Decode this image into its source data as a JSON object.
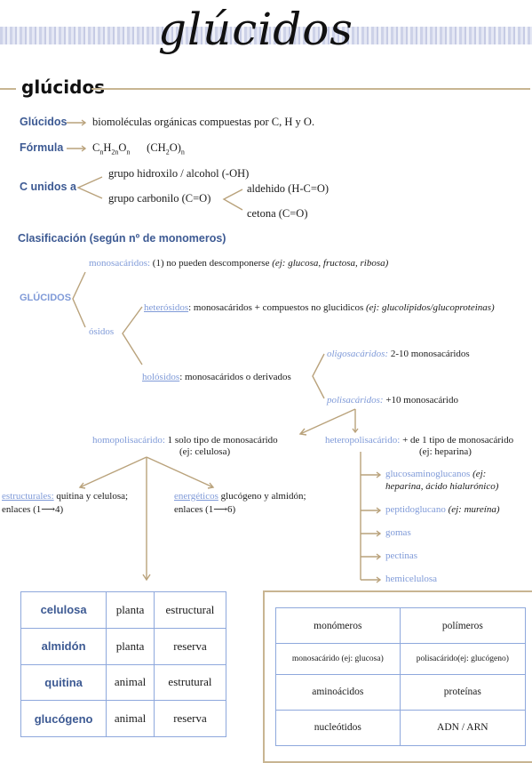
{
  "header": {
    "title": "glúcidos"
  },
  "section": {
    "title": "glúcidos"
  },
  "defs": {
    "glucidos_label": "Glúcidos",
    "glucidos_text": "biomoléculas orgánicas compuestas por C, H y O.",
    "formula_label": "Fórmula",
    "c_unidos_label": "C unidos a",
    "hidroxilo": "grupo hidroxilo / alcohol (-OH)",
    "carbonilo": "grupo carbonilo (C=O)",
    "aldehido": "aldehido (H-C=O)",
    "cetona": "cetona (C=O)"
  },
  "classification": {
    "title": "Clasificación (según nº de monomeros)",
    "root": "GLÚCIDOS",
    "mono_label": "monosacáridos:",
    "mono_text": "(1) no pueden descomponerse",
    "mono_ex": "(ej: glucosa, fructosa, ribosa)",
    "osidos": "ósidos",
    "hetero_label": "heterósidos",
    "hetero_text": ": monosacáridos + compuestos no glucidicos",
    "hetero_ex": "(ej: glucolípidos/glucoproteinas)",
    "holo_label": "holósidos",
    "holo_text": ": monosacáridos o derivados",
    "oligo_label": "oligosacáridos:",
    "oligo_text": "2-10 monosacáridos",
    "poli_label": "polisacáridos:",
    "poli_text": "+10 monosacárido",
    "homo_label": "homopolisacárido:",
    "homo_text": "1 solo tipo de monosacárido",
    "homo_ex": "(ej: celulosa)",
    "hetpoli_label": "heteropolisacárido:",
    "hetpoli_text": "+ de 1 tipo de monosacárido",
    "hetpoli_ex": "(ej: heparina)",
    "estruct_label": "estructurales:",
    "estruct_text": "quitina y celulosa;",
    "estruct_enl": "enlaces (1⟶4)",
    "energ_label": "energéticos",
    "energ_text": "glucógeno y almidón;",
    "energ_enl": "enlaces (1⟶6)",
    "glucosamino_label": "glucosaminoglucanos",
    "glucosamino_ex1": "(ej:",
    "glucosamino_ex2": "heparina, ácido hialurónico)",
    "peptido_label": "peptidoglucano",
    "peptido_ex": "(ej: mureína)",
    "gomas": "gomas",
    "pectinas": "pectinas",
    "hemicelulosa": "hemicelulosa"
  },
  "table1": [
    [
      "celulosa",
      "planta",
      "estructural"
    ],
    [
      "almidón",
      "planta",
      "reserva"
    ],
    [
      "quitina",
      "animal",
      "estrutural"
    ],
    [
      "glucógeno",
      "animal",
      "reserva"
    ]
  ],
  "table2": [
    [
      "monómeros",
      "polímeros"
    ],
    [
      "monosacárido (ej: glucosa)",
      "polisacárido(ej: glucógeno)"
    ],
    [
      "aminoácidos",
      "proteínas"
    ],
    [
      "nucleótidos",
      "ADN / ARN"
    ]
  ],
  "colors": {
    "accent": "#3d5a93",
    "light": "#7f9ad8",
    "gold": "#c8b592"
  }
}
